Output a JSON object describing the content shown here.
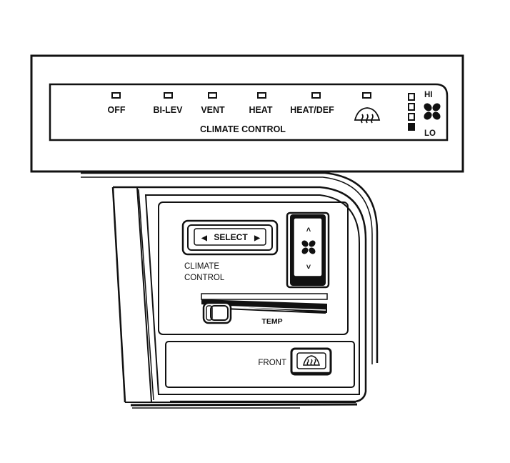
{
  "display_panel": {
    "modes": [
      {
        "label": "OFF"
      },
      {
        "label": "BI-LEV"
      },
      {
        "label": "VENT"
      },
      {
        "label": "HEAT"
      },
      {
        "label": "HEAT/DEF"
      },
      {
        "label": "",
        "icon": "defrost-icon"
      }
    ],
    "title": "CLIMATE CONTROL",
    "fan_high_label": "HI",
    "fan_low_label": "LO",
    "fan_level_indicators": 4,
    "fan_icon": "fan-icon"
  },
  "control_head": {
    "select_label": "SELECT",
    "select_left_arrow": "◀",
    "select_right_arrow": "▶",
    "section_label_line1": "CLIMATE",
    "section_label_line2": "CONTROL",
    "fan_switch_up": "˄",
    "fan_switch_down": "˅",
    "fan_switch_icon": "fan-icon",
    "temp_label": "TEMP",
    "front_label": "FRONT",
    "front_defrost_icon": "defrost-icon"
  },
  "colors": {
    "line": "#111111",
    "background": "#ffffff"
  }
}
